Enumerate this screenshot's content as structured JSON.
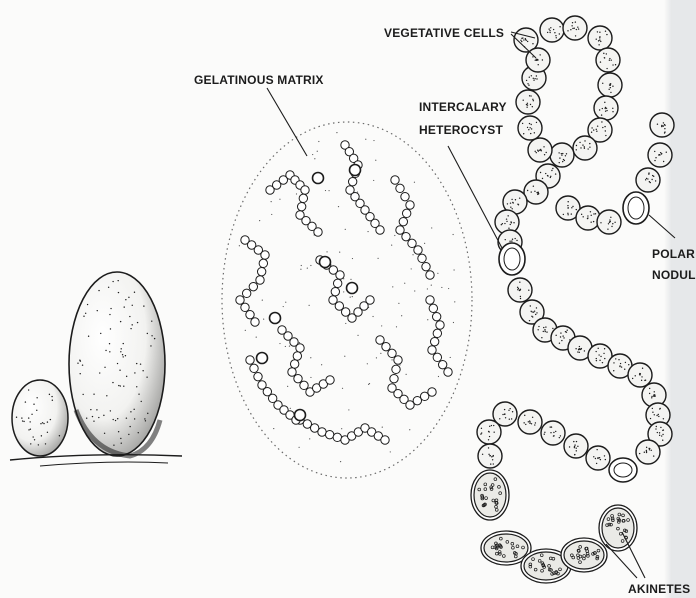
{
  "labels": {
    "vegetative_cells": "VEGETATIVE CELLS",
    "gelatinous_matrix": "GELATINOUS MATRIX",
    "intercalary_line1": "INTERCALARY",
    "intercalary_line2": "HETEROCYST",
    "polar_line1": "POLAR",
    "polar_line2": "NODULE",
    "akinetes": "AKINETES"
  },
  "colors": {
    "ink": "#1c1c1c",
    "paper": "#fbfbfa",
    "cell_fill": "#f4f4f2"
  }
}
